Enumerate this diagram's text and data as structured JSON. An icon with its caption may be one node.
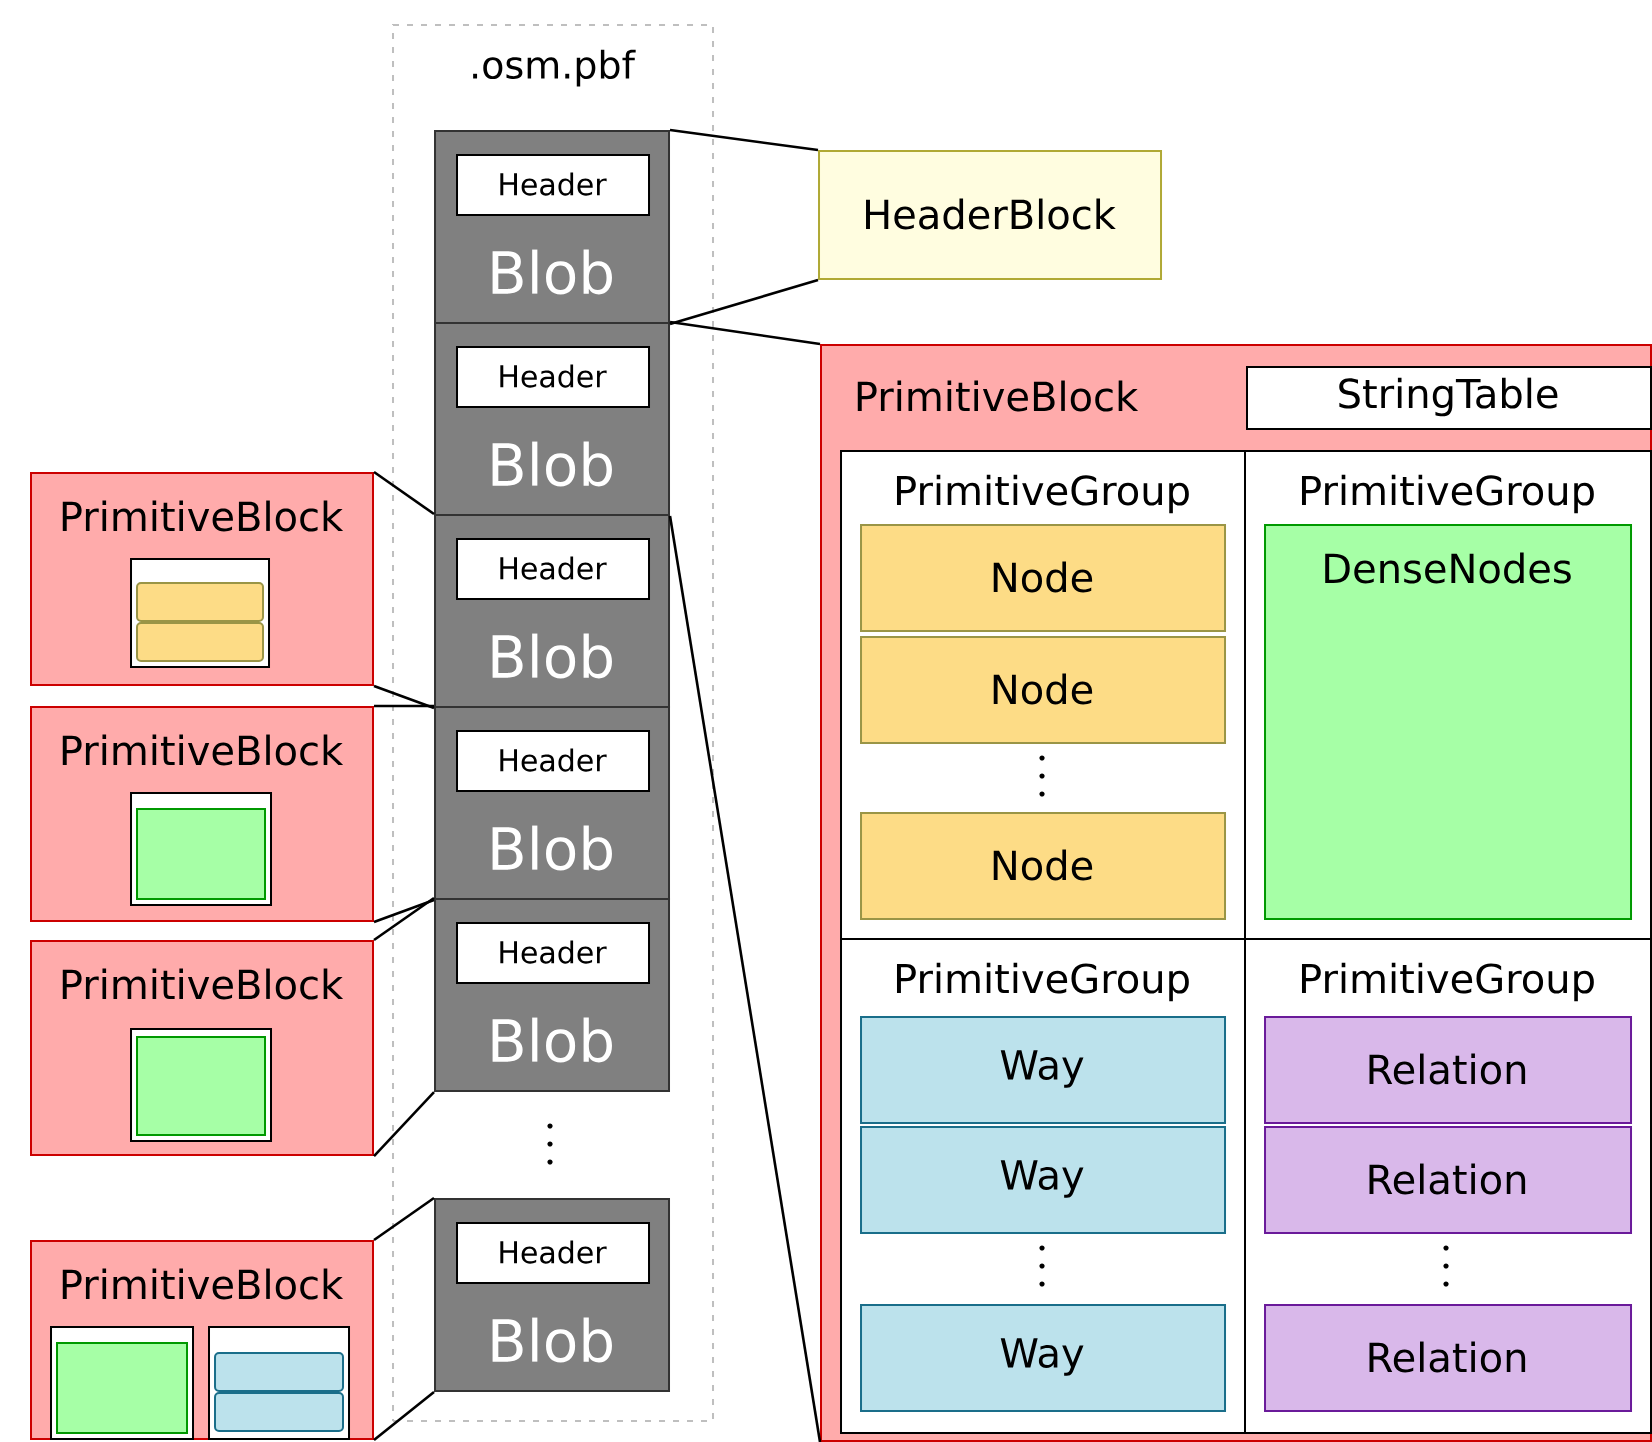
{
  "diagram": {
    "nodes": [
      {
        "text": [
          ".osm.pbf"
        ]
      },
      {
        "text": [
          "Blob"
        ],
        "in": 0
      },
      {
        "text": [
          "Header"
        ],
        "in": 1
      },
      {
        "text": [
          "Blob"
        ],
        "in": 0
      },
      {
        "text": [
          "Header"
        ],
        "in": 3
      },
      {
        "text": [
          "Blob"
        ],
        "in": 0
      },
      {
        "text": [
          "Header"
        ],
        "in": 5
      },
      {
        "text": [
          "Blob"
        ],
        "in": 0
      },
      {
        "text": [
          "Header"
        ],
        "in": 7
      },
      {
        "text": [
          "Blob"
        ],
        "in": 0
      },
      {
        "text": [
          "Header"
        ],
        "in": 9
      },
      {
        "text": [
          "Blob"
        ],
        "in": 0
      },
      {
        "text": [
          "Header"
        ],
        "in": 11
      },
      {
        "text": [
          "HeaderBlock"
        ]
      },
      {
        "text": [
          "PrimitiveBlock"
        ]
      },
      {
        "text": [
          "StringTable"
        ],
        "in": 14
      },
      {
        "text": [
          "PrimitiveGroup"
        ],
        "in": 14
      },
      {
        "text": [
          "Node"
        ],
        "in": 16
      },
      {
        "text": [
          "Node"
        ],
        "in": 16
      },
      {
        "text": [
          "Node"
        ],
        "in": 16
      },
      {
        "text": [
          "PrimitiveGroup"
        ],
        "in": 14
      },
      {
        "text": [
          "DenseNodes"
        ],
        "in": 20
      },
      {
        "text": [
          "PrimitiveGroup"
        ],
        "in": 14
      },
      {
        "text": [
          "Way"
        ],
        "in": 22
      },
      {
        "text": [
          "Way"
        ],
        "in": 22
      },
      {
        "text": [
          "Way"
        ],
        "in": 22
      },
      {
        "text": [
          "PrimitiveGroup"
        ],
        "in": 14
      },
      {
        "text": [
          "Relation"
        ],
        "in": 26
      },
      {
        "text": [
          "Relation"
        ],
        "in": 26
      },
      {
        "text": [
          "Relation"
        ],
        "in": 26
      },
      {
        "text": [
          "PrimitiveBlock"
        ]
      },
      {
        "text": [
          "PrimitiveBlock"
        ]
      },
      {
        "text": [
          "PrimitiveBlock"
        ]
      },
      {
        "text": [
          "PrimitiveBlock"
        ]
      },
      {
        "text": [],
        "shape": "box",
        "in": 30
      },
      {
        "text": [],
        "shape": "bar",
        "in": 34
      },
      {
        "text": [],
        "shape": "bar",
        "in": 34
      },
      {
        "text": [],
        "shape": "box",
        "in": 31
      },
      {
        "text": [],
        "shape": "box",
        "in": 37
      },
      {
        "text": [],
        "shape": "box",
        "in": 32
      },
      {
        "text": [],
        "shape": "box",
        "in": 39
      },
      {
        "text": [],
        "shape": "box",
        "in": 33
      },
      {
        "text": [],
        "shape": "box",
        "in": 41
      },
      {
        "text": [],
        "shape": "box",
        "in": 33
      },
      {
        "text": [],
        "shape": "bar",
        "in": 43
      },
      {
        "text": [],
        "shape": "bar",
        "in": 43
      }
    ],
    "edges": [
      {
        "from": 1,
        "to": 13,
        "arrow": "none"
      },
      {
        "from": 1,
        "to": 13,
        "arrow": "none"
      },
      {
        "from": 3,
        "to": 14,
        "arrow": "none"
      },
      {
        "from": 3,
        "to": 14,
        "arrow": "none"
      },
      {
        "from": 5,
        "to": 30,
        "arrow": "none"
      },
      {
        "from": 5,
        "to": 30,
        "arrow": "none"
      },
      {
        "from": 7,
        "to": 31,
        "arrow": "none"
      },
      {
        "from": 7,
        "to": 31,
        "arrow": "none"
      },
      {
        "from": 9,
        "to": 32,
        "arrow": "none"
      },
      {
        "from": 9,
        "to": 32,
        "arrow": "none"
      },
      {
        "from": 11,
        "to": 33,
        "arrow": "none"
      },
      {
        "from": 11,
        "to": 33,
        "arrow": "none"
      }
    ]
  }
}
